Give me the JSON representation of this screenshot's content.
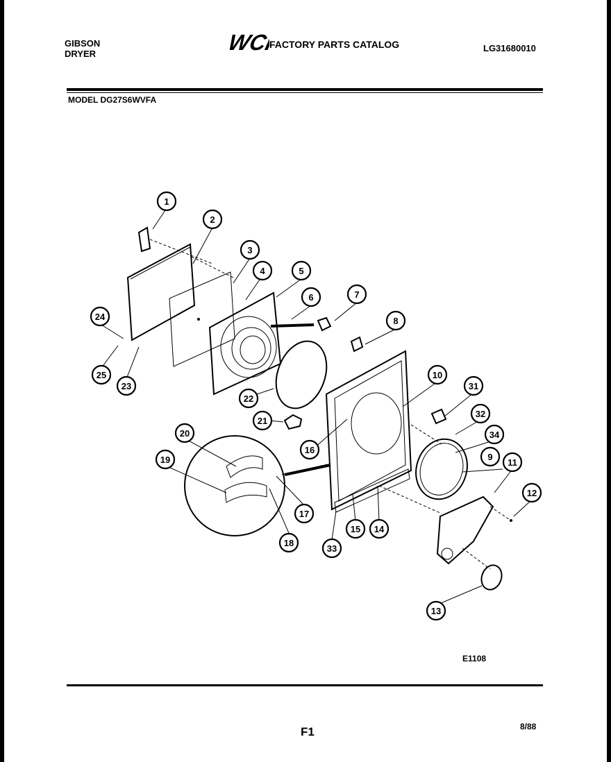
{
  "header": {
    "brand": "GIBSON",
    "product": "DRYER",
    "logo_text": "WCI",
    "catalog_title": "FACTORY PARTS CATALOG",
    "catalog_code": "LG31680010",
    "model": "MODEL DG27S6WVFA"
  },
  "callouts": [
    "1",
    "2",
    "3",
    "4",
    "5",
    "6",
    "7",
    "8",
    "24",
    "25",
    "23",
    "10",
    "31",
    "32",
    "34",
    "9",
    "11",
    "12",
    "13",
    "22",
    "21",
    "16",
    "20",
    "19",
    "17",
    "18",
    "33",
    "15",
    "14"
  ],
  "footer": {
    "figure_code": "E1108",
    "page": "F1",
    "date": "8/88"
  }
}
